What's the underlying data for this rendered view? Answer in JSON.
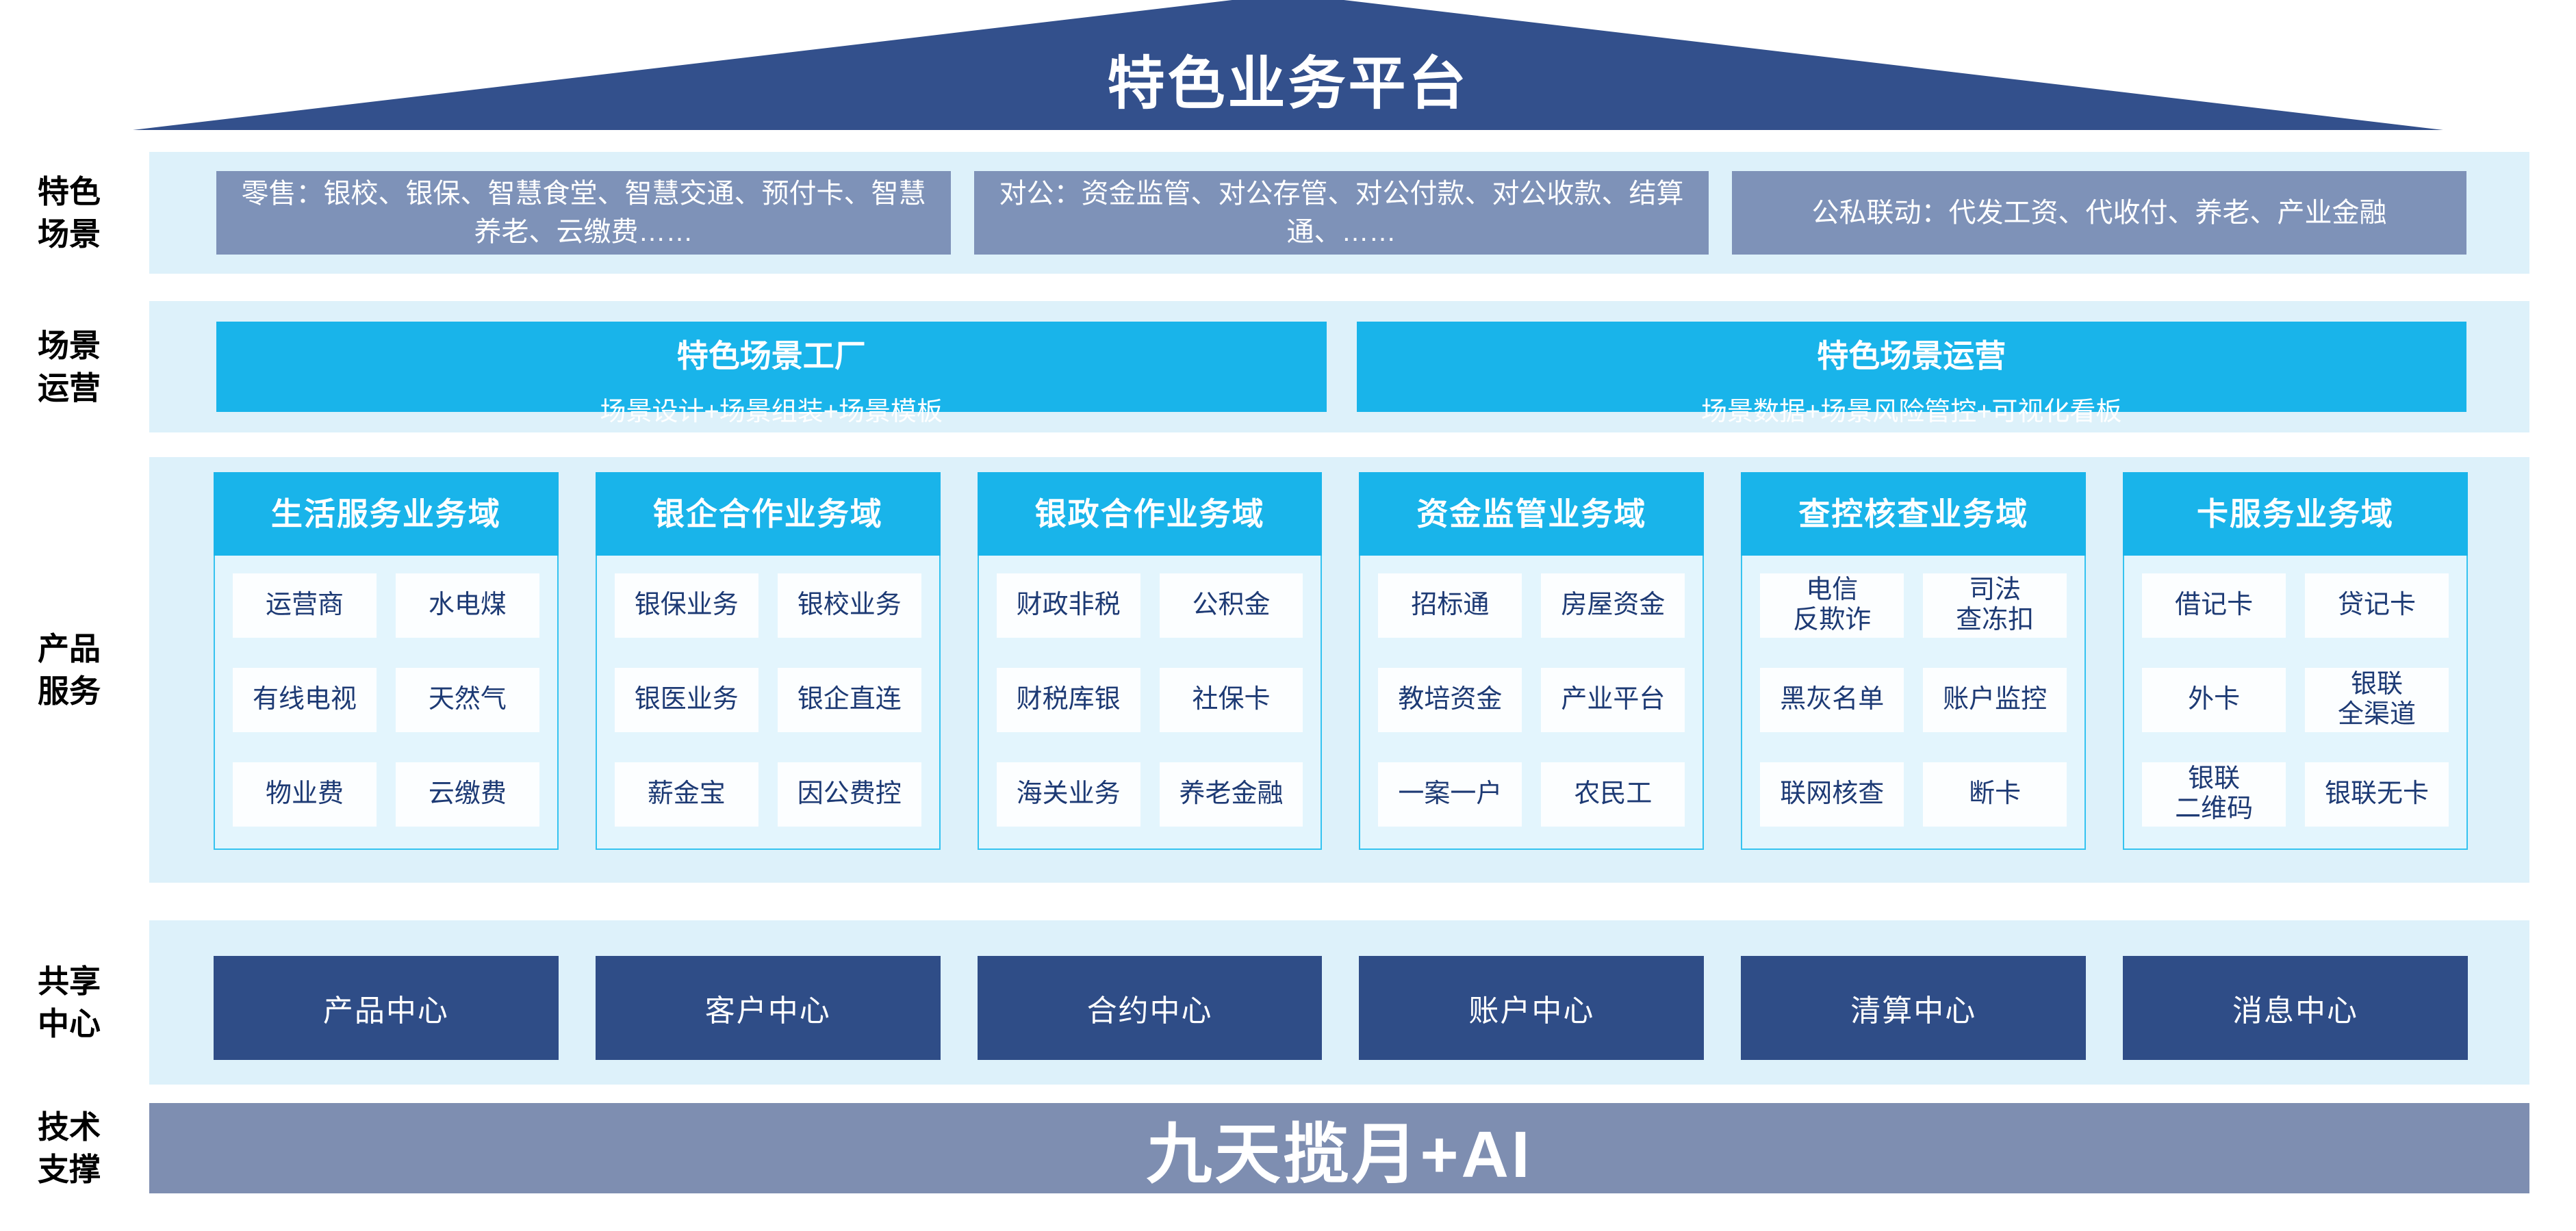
{
  "roof": {
    "title": "特色业务平台"
  },
  "colors": {
    "roof_navy": "#33508c",
    "scenario_slate": "#7e92b8",
    "cyan_accent": "#19b4ea",
    "band_light_blue": "#ddf1fa",
    "product_item_text": "#1d3a74",
    "center_navy": "#2f4d87",
    "tech_bar_slate": "#7e8eb1"
  },
  "sections": {
    "scenarios": {
      "label": "特色\n场景",
      "boxes": [
        "零售：银校、银保、智慧食堂、智慧交通、预付卡、智慧养老、云缴费……",
        "对公：资金监管、对公存管、对公付款、对公收款、结算通、……",
        "公私联动：代发工资、代收付、养老、产业金融"
      ]
    },
    "operations": {
      "label": "场景\n运营",
      "boxes": [
        {
          "title": "特色场景工厂",
          "subtitle": "场景设计+场景组装+场景模板"
        },
        {
          "title": "特色场景运营",
          "subtitle": "场景数据+场景风险管控+可视化看板"
        }
      ]
    },
    "products": {
      "label": "产品\n服务",
      "columns": [
        {
          "header": "生活服务业务域",
          "items": [
            "运营商",
            "水电煤",
            "有线电视",
            "天然气",
            "物业费",
            "云缴费"
          ]
        },
        {
          "header": "银企合作业务域",
          "items": [
            "银保业务",
            "银校业务",
            "银医业务",
            "银企直连",
            "薪金宝",
            "因公费控"
          ]
        },
        {
          "header": "银政合作业务域",
          "items": [
            "财政非税",
            "公积金",
            "财税库银",
            "社保卡",
            "海关业务",
            "养老金融"
          ]
        },
        {
          "header": "资金监管业务域",
          "items": [
            "招标通",
            "房屋资金",
            "教培资金",
            "产业平台",
            "一案一户",
            "农民工"
          ]
        },
        {
          "header": "查控核查业务域",
          "items": [
            "电信\n反欺诈",
            "司法\n查冻扣",
            "黑灰名单",
            "账户监控",
            "联网核查",
            "断卡"
          ]
        },
        {
          "header": "卡服务业务域",
          "items": [
            "借记卡",
            "贷记卡",
            "外卡",
            "银联\n全渠道",
            "银联\n二维码",
            "银联无卡"
          ]
        }
      ]
    },
    "centers": {
      "label": "共享\n中心",
      "boxes": [
        "产品中心",
        "客户中心",
        "合约中心",
        "账户中心",
        "清算中心",
        "消息中心"
      ]
    },
    "tech": {
      "label": "技术\n支撑",
      "banner": "九天揽月+AI"
    }
  }
}
